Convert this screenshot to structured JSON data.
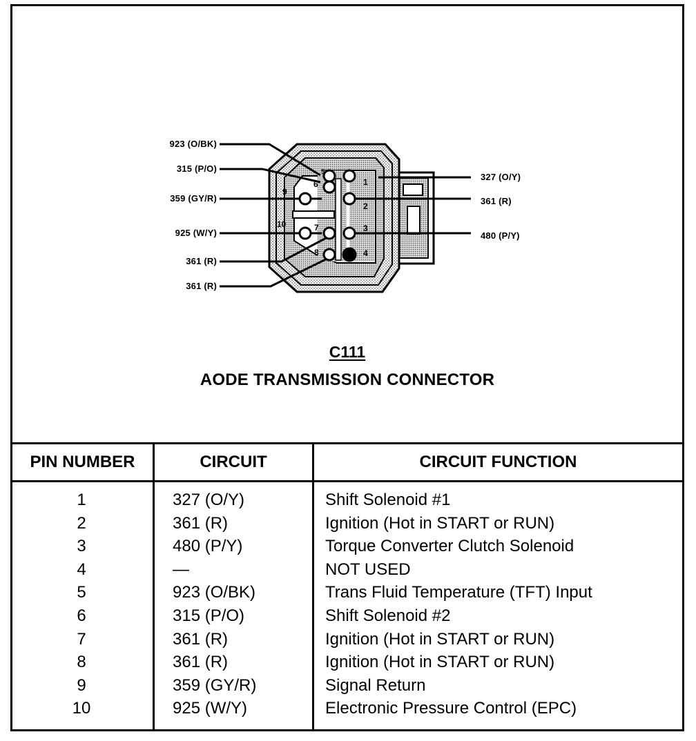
{
  "connector": {
    "id": "C111",
    "title": "AODE TRANSMISSION CONNECTOR",
    "left_wires": [
      "923 (O/BK)",
      "315 (P/O)",
      "359 (GY/R)",
      "925 (W/Y)",
      "361 (R)",
      "361 (R)"
    ],
    "right_wires": [
      "327 (O/Y)",
      "361 (R)",
      "480 (P/Y)"
    ],
    "pin_numbers": [
      "1",
      "2",
      "3",
      "4",
      "5",
      "6",
      "7",
      "8",
      "9",
      "10"
    ]
  },
  "table": {
    "headers": [
      "PIN NUMBER",
      "CIRCUIT",
      "CIRCUIT FUNCTION"
    ],
    "rows": [
      {
        "pin": "1",
        "circuit": "327 (O/Y)",
        "function": "Shift Solenoid #1"
      },
      {
        "pin": "2",
        "circuit": "361 (R)",
        "function": "Ignition (Hot in START or RUN)"
      },
      {
        "pin": "3",
        "circuit": "480 (P/Y)",
        "function": "Torque Converter Clutch Solenoid"
      },
      {
        "pin": "4",
        "circuit": "—",
        "function": "NOT USED"
      },
      {
        "pin": "5",
        "circuit": "923 (O/BK)",
        "function": "Trans Fluid Temperature (TFT) Input"
      },
      {
        "pin": "6",
        "circuit": "315 (P/O)",
        "function": "Shift Solenoid #2"
      },
      {
        "pin": "7",
        "circuit": "361 (R)",
        "function": "Ignition (Hot in START or RUN)"
      },
      {
        "pin": "8",
        "circuit": "361 (R)",
        "function": "Ignition (Hot in START or RUN)"
      },
      {
        "pin": "9",
        "circuit": "359 (GY/R)",
        "function": "Signal Return"
      },
      {
        "pin": "10",
        "circuit": "925 (W/Y)",
        "function": "Electronic Pressure Control (EPC)"
      }
    ]
  }
}
